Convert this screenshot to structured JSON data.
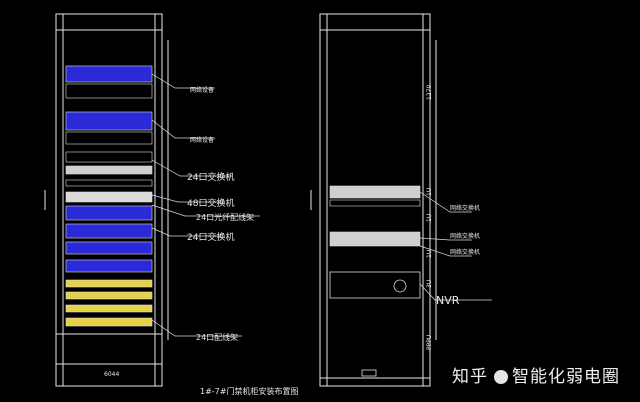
{
  "left_rack": {
    "labels": [
      {
        "id": "label-a",
        "text": "网络设备"
      },
      {
        "id": "label-b",
        "text": "网络设备"
      },
      {
        "id": "label-24a",
        "text": "24口交换机"
      },
      {
        "id": "label-48",
        "text": "48口交换机"
      },
      {
        "id": "label-24b",
        "text": "24口光纤配线架"
      },
      {
        "id": "label-24c",
        "text": "24口交换机"
      },
      {
        "id": "label-24d",
        "text": "24口配线架"
      }
    ],
    "caption": "1#-7#门禁机柜安装布置图",
    "base_mark": "6044"
  },
  "right_rack": {
    "labels": [
      {
        "id": "label-r1",
        "text": "网络交换机"
      },
      {
        "id": "label-r2",
        "text": "网络交换机"
      },
      {
        "id": "label-r3",
        "text": "网络交换机"
      },
      {
        "id": "label-nvr",
        "text": "NVR"
      }
    ],
    "dimension_text": [
      "1270",
      "1U",
      "1U",
      "1U",
      "3U",
      "PPPU"
    ]
  },
  "watermark": {
    "platform": "知乎",
    "author": "智能化弱电圈"
  },
  "colors": {
    "frame": "#e8e8e8",
    "blue_unit": "#2a2ad8",
    "yellow_unit": "#e6d24a",
    "leader": "#dcdcdc"
  }
}
